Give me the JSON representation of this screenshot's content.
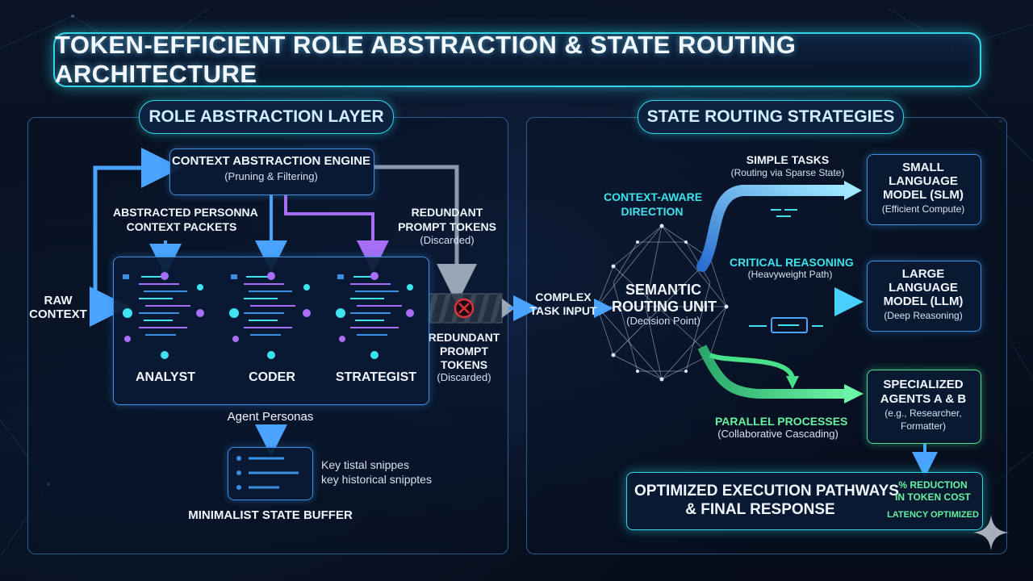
{
  "title": "TOKEN-EFFICIENT ROLE ABSTRACTION & STATE ROUTING ARCHITECTURE",
  "left": {
    "header": "ROLE ABSTRACTION LAYER",
    "engine": {
      "title": "CONTEXT ABSTRACTION ENGINE",
      "subtitle": "(Pruning & Filtering)"
    },
    "packets_label": [
      "ABSTRACTED PERSONNA",
      "CONTEXT PACKETS"
    ],
    "raw_context": [
      "RAW",
      "CONTEXT"
    ],
    "redundant_top": {
      "title": [
        "REDUNDANT",
        "PROMPT TOKENS"
      ],
      "note": "(Discarded)"
    },
    "redundant_mid": {
      "title": [
        "REDUNDANT",
        "PROMPT",
        "TOKENS"
      ],
      "note": "(Discarded)"
    },
    "personas": [
      "ANALYST",
      "CODER",
      "STRATEGIST"
    ],
    "personas_caption": "Agent Personas",
    "snippets": [
      "Key tistal snippes",
      "key historical snipptes"
    ],
    "buffer_label": "MINIMALIST STATE BUFFER"
  },
  "right": {
    "header": "STATE ROUTING STRATEGIES",
    "complex_input": [
      "COMPLEX",
      "TASK INPUT"
    ],
    "context_aware": [
      "CONTEXT-AWARE",
      "DIRECTION"
    ],
    "router": {
      "title": [
        "SEMANTIC",
        "ROUTING UNIT"
      ],
      "subtitle": "(Decision Point)"
    },
    "simple": {
      "title": "SIMPLE TASKS",
      "subtitle": "(Routing via Sparse State)"
    },
    "critical": {
      "title": "CRITICAL REASONING",
      "subtitle": "(Heavyweight Path)"
    },
    "parallel": {
      "title": "PARALLEL PROCESSES",
      "subtitle": "(Collaborative Cascading)"
    },
    "slm": {
      "title": [
        "SMALL",
        "LANGUAGE",
        "MODEL (SLM)"
      ],
      "subtitle": "(Efficient Compute)"
    },
    "llm": {
      "title": [
        "LARGE",
        "LANGUAGE",
        "MODEL (LLM)"
      ],
      "subtitle": "(Deep Reasoning)"
    },
    "agents": {
      "title": [
        "SPECIALIZED",
        "AGENTS A & B"
      ],
      "subtitle": [
        "(e.g., Researcher,",
        "Formatter)"
      ]
    },
    "final": {
      "title": [
        "OPTIMIZED EXECUTION PATHWAYS",
        "& FINAL RESPONSE"
      ],
      "reduction": [
        "% REDUCTION",
        "IN TOKEN COST"
      ],
      "latency": "LATENCY OPTIMIZED"
    }
  },
  "colors": {
    "cyan": "#2fd6e6",
    "blue": "#3c8fe0",
    "purple": "#a86ef5",
    "green": "#49e08a",
    "red": "#e0323a"
  }
}
